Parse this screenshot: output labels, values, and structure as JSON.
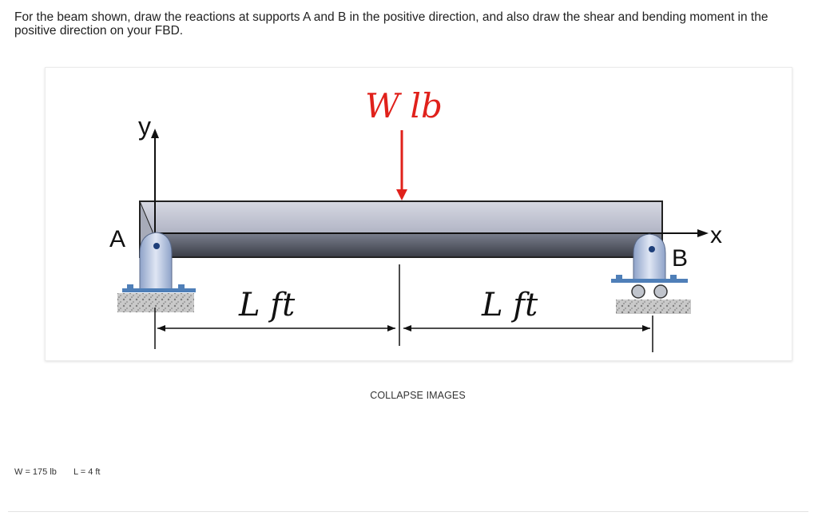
{
  "question": {
    "text": "For the beam shown, draw the reactions at supports A and B in the positive direction, and also draw the shear and bending moment in the positive direction on your FBD."
  },
  "figure": {
    "load_label": "W lb",
    "axis_y": "y",
    "axis_x": "x",
    "support_a": "A",
    "support_b": "B",
    "dim_left": "L ft",
    "dim_right": "L ft",
    "colors": {
      "load": "#e0211b",
      "beam_top": "#c9ccd8",
      "beam_shade": "#8e93a3",
      "support_fill": "#b8c6e0",
      "plate": "#4f7fb8"
    }
  },
  "collapse_label": "COLLAPSE IMAGES",
  "variables": [
    {
      "text": "W = 175 lb"
    },
    {
      "text": "L = 4 ft"
    }
  ]
}
